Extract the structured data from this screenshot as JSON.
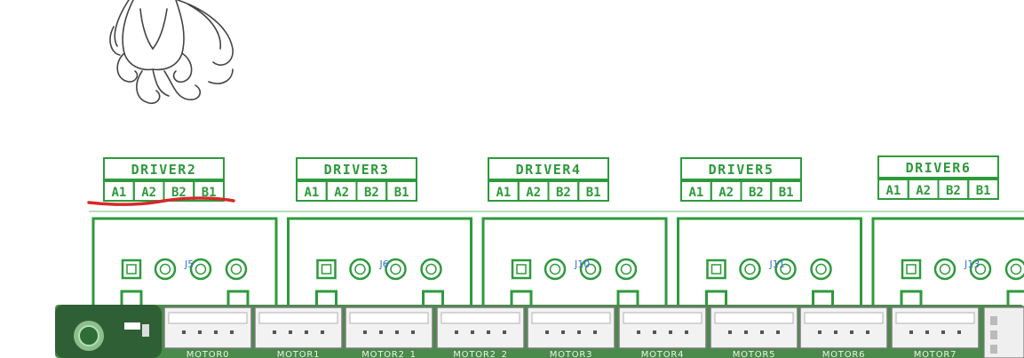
{
  "colors": {
    "silkscreen": "#2e9a3c",
    "pcb_fill": "#4a8a4a",
    "pcb_dark": "#2f5f34",
    "designator": "#3b6fd6",
    "annotation": "#d42a2a",
    "connector": "#f2f2f2",
    "connector_edge": "#7a7a7a"
  },
  "logo": {
    "icon": "kraken-octopus-logo"
  },
  "drivers": [
    {
      "title": "DRIVER2",
      "pins": [
        "A1",
        "A2",
        "B2",
        "B1"
      ],
      "designator": "J5"
    },
    {
      "title": "DRIVER3",
      "pins": [
        "A1",
        "A2",
        "B2",
        "B1"
      ],
      "designator": "J6"
    },
    {
      "title": "DRIVER4",
      "pins": [
        "A1",
        "A2",
        "B2",
        "B1"
      ],
      "designator": "J10"
    },
    {
      "title": "DRIVER5",
      "pins": [
        "A1",
        "A2",
        "B2",
        "B1"
      ],
      "designator": "J11"
    },
    {
      "title": "DRIVER6",
      "pins": [
        "A1",
        "A2",
        "B2",
        "B1"
      ],
      "designator": "J13"
    }
  ],
  "annotation": {
    "underlined_driver": "DRIVER2"
  },
  "motor_connectors": [
    "MOTOR0",
    "MOTOR1",
    "MOTOR2_1",
    "MOTOR2_2",
    "MOTOR3",
    "MOTOR4",
    "MOTOR5",
    "MOTOR6",
    "MOTOR7"
  ]
}
